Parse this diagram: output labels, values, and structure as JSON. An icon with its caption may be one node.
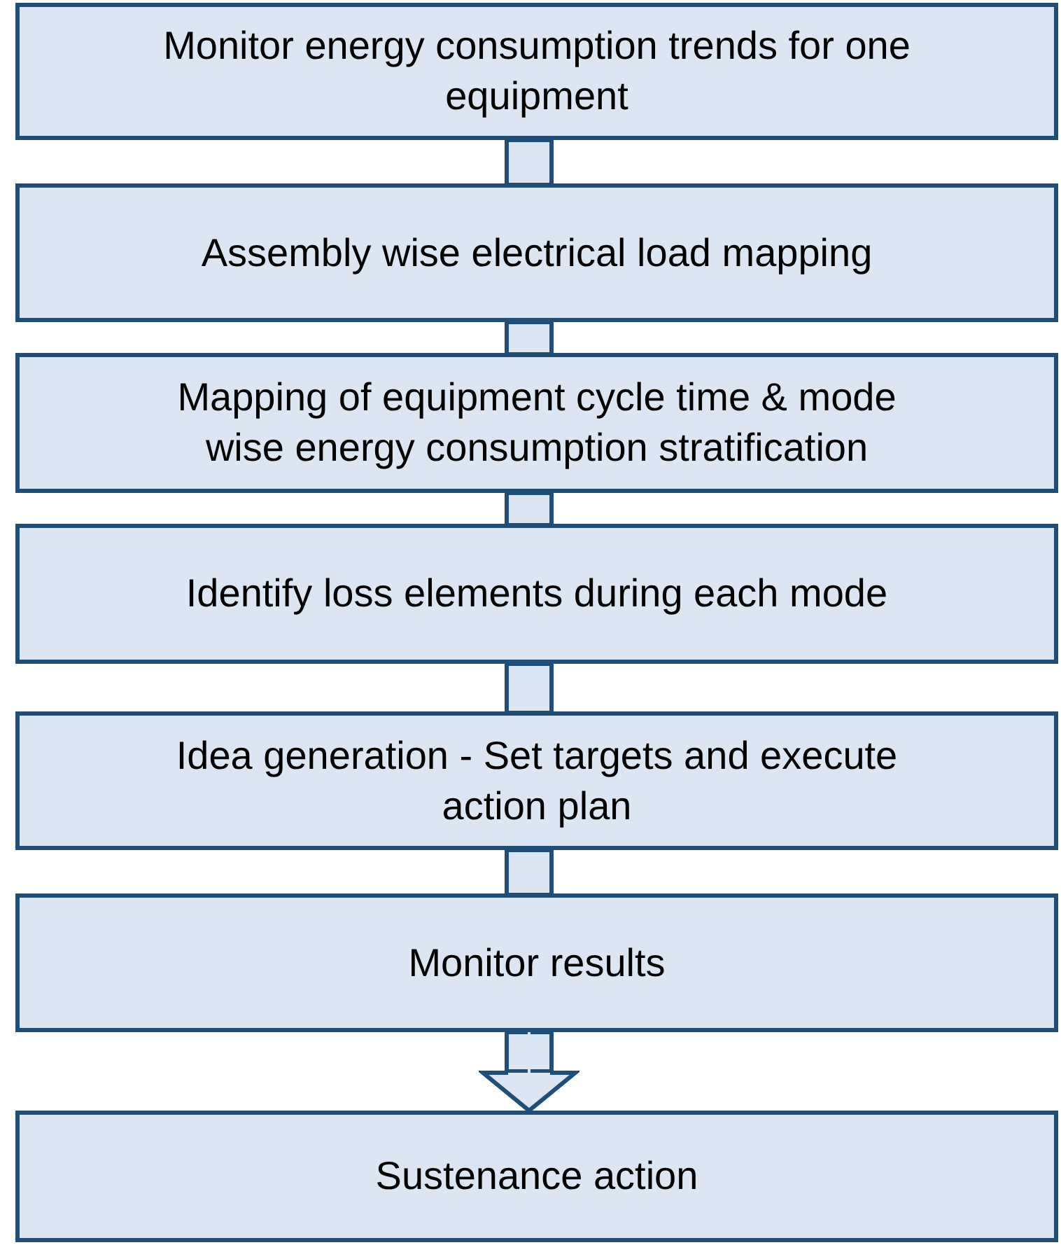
{
  "diagram": {
    "nodes": [
      {
        "text": [
          "Monitor energy consumption trends for one equipment"
        ]
      },
      {
        "text": [
          "Assembly wise electrical load mapping"
        ]
      },
      {
        "text": [
          "Mapping of equipment cycle time & mode wise energy consumption stratification"
        ]
      },
      {
        "text": [
          "Identify loss elements during each mode"
        ]
      },
      {
        "text": [
          "Idea generation - Set targets and execute action plan"
        ]
      },
      {
        "text": [
          "Monitor results"
        ]
      },
      {
        "text": [
          "Sustenance action"
        ]
      }
    ],
    "edges": [
      {
        "from": 0,
        "to": 1,
        "arrow": "none"
      },
      {
        "from": 1,
        "to": 2,
        "arrow": "none"
      },
      {
        "from": 2,
        "to": 3,
        "arrow": "none"
      },
      {
        "from": 3,
        "to": 4,
        "arrow": "none"
      },
      {
        "from": 4,
        "to": 5,
        "arrow": "none"
      },
      {
        "from": 5,
        "to": 6,
        "arrow": "to"
      }
    ]
  }
}
